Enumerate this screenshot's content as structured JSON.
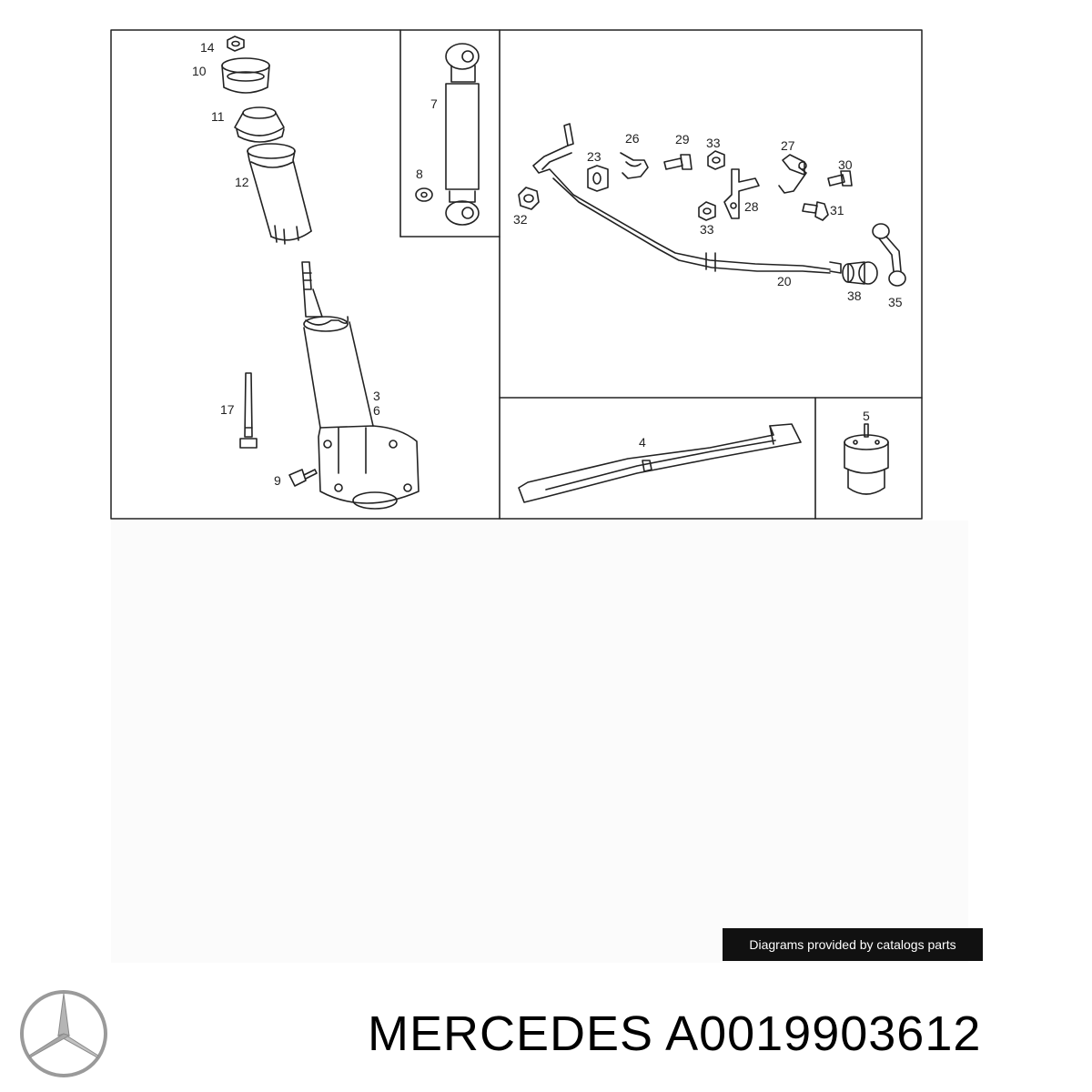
{
  "diagram": {
    "part_labels": {
      "strut_top_nut": "14",
      "strut_top_mount": "10",
      "strut_bump_cup": "11",
      "strut_boot": "12",
      "shock_absorber": "7",
      "shock_washer": "8",
      "strut_bolt": "17",
      "strut_body_a": "3",
      "strut_body_b": "6",
      "strut_screw": "9",
      "bushing_23": "23",
      "clamp_26": "26",
      "bolt_29": "29",
      "nut_33_top": "33",
      "bracket_27": "27",
      "bolt_30": "30",
      "nut_32": "32",
      "bracket_28": "28",
      "nut_33_bottom": "33",
      "bolt_31": "31",
      "stabilizer_bar": "20",
      "bushing_38": "38",
      "link_35": "35",
      "leaf_spring": "4",
      "rubber_buffer": "5"
    }
  },
  "credit": "Diagrams provided by catalogs parts",
  "title": "MERCEDES A0019903612",
  "colors": {
    "line": "#222222",
    "credit_bg": "#111111",
    "credit_text": "#ffffff",
    "logo": "#9a9a9a"
  }
}
